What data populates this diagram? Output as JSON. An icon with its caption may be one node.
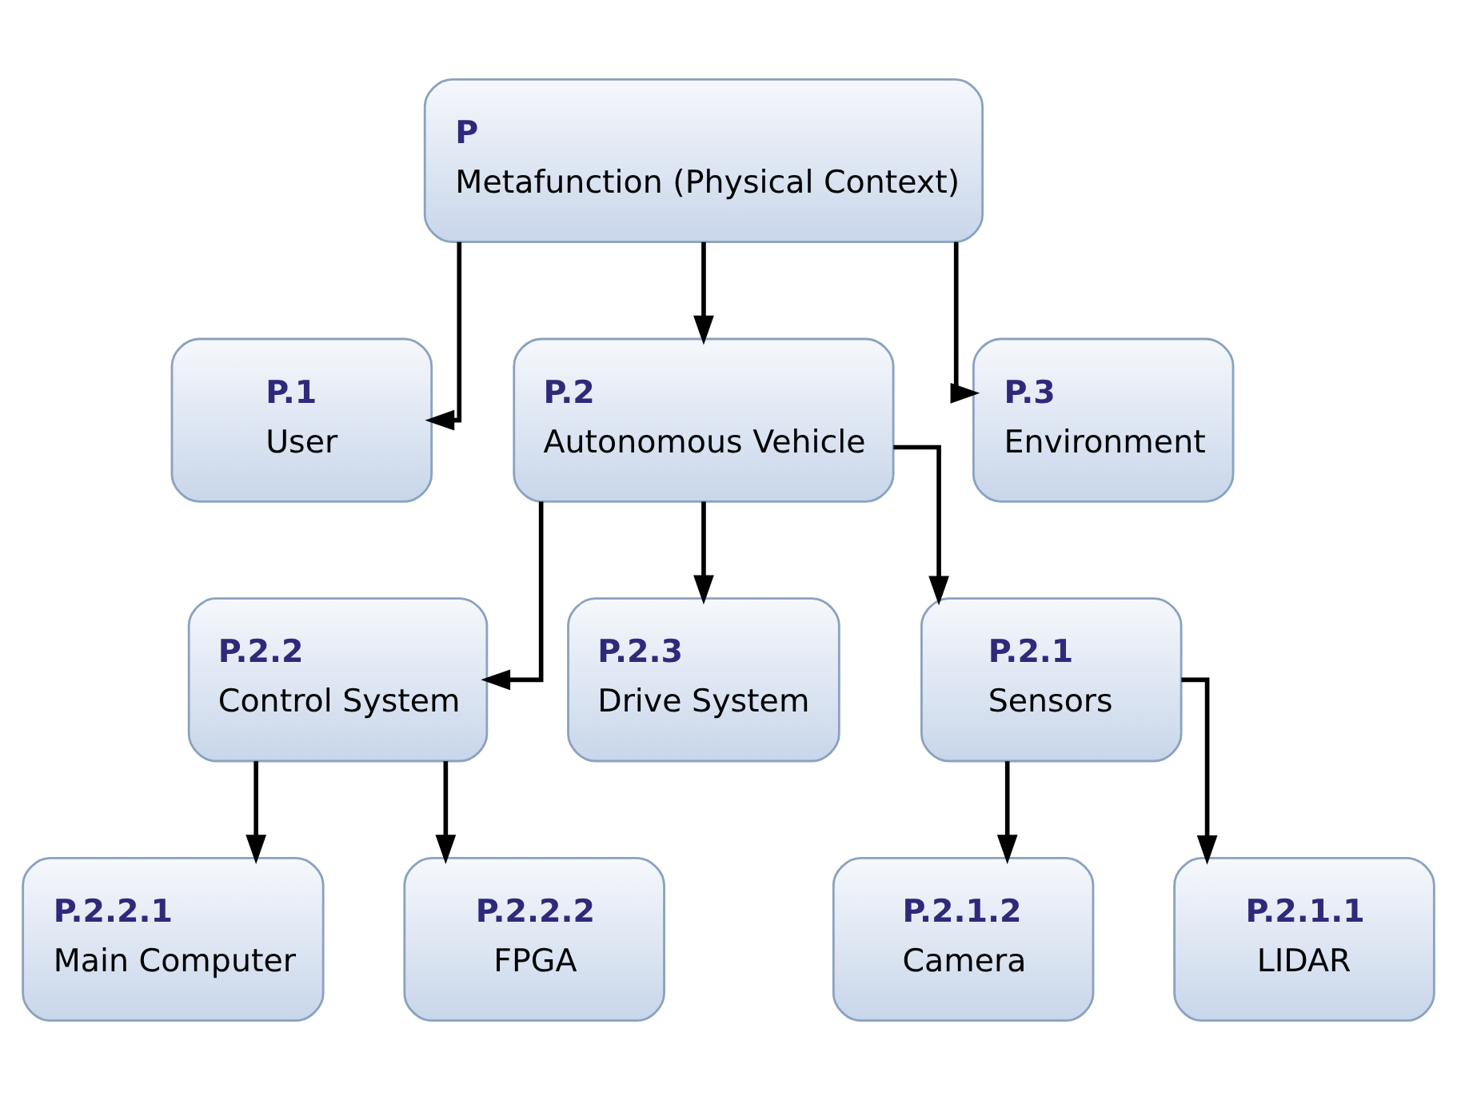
{
  "diagram": {
    "nodes": [
      {
        "text": [
          "P",
          "Metafunction (Physical Context)"
        ]
      },
      {
        "text": [
          "P.1",
          "User"
        ]
      },
      {
        "text": [
          "P.2",
          "Autonomous Vehicle"
        ]
      },
      {
        "text": [
          "P.3",
          "Environment"
        ]
      },
      {
        "text": [
          "P.2.2",
          "Control System"
        ]
      },
      {
        "text": [
          "P.2.3",
          "Drive System"
        ]
      },
      {
        "text": [
          "P.2.1",
          "Sensors"
        ]
      },
      {
        "text": [
          "P.2.2.1",
          "Main Computer"
        ]
      },
      {
        "text": [
          "P.2.2.2",
          "FPGA"
        ]
      },
      {
        "text": [
          "P.2.1.2",
          "Camera"
        ]
      },
      {
        "text": [
          "P.2.1.1",
          "LIDAR"
        ]
      }
    ],
    "edges": [
      {
        "from": 0,
        "to": 1,
        "arrow": "to"
      },
      {
        "from": 0,
        "to": 2,
        "arrow": "to"
      },
      {
        "from": 0,
        "to": 3,
        "arrow": "to"
      },
      {
        "from": 2,
        "to": 4,
        "arrow": "to"
      },
      {
        "from": 2,
        "to": 5,
        "arrow": "to"
      },
      {
        "from": 2,
        "to": 6,
        "arrow": "to"
      },
      {
        "from": 4,
        "to": 7,
        "arrow": "to"
      },
      {
        "from": 4,
        "to": 8,
        "arrow": "to"
      },
      {
        "from": 6,
        "to": 9,
        "arrow": "to"
      },
      {
        "from": 6,
        "to": 10,
        "arrow": "to"
      }
    ]
  }
}
